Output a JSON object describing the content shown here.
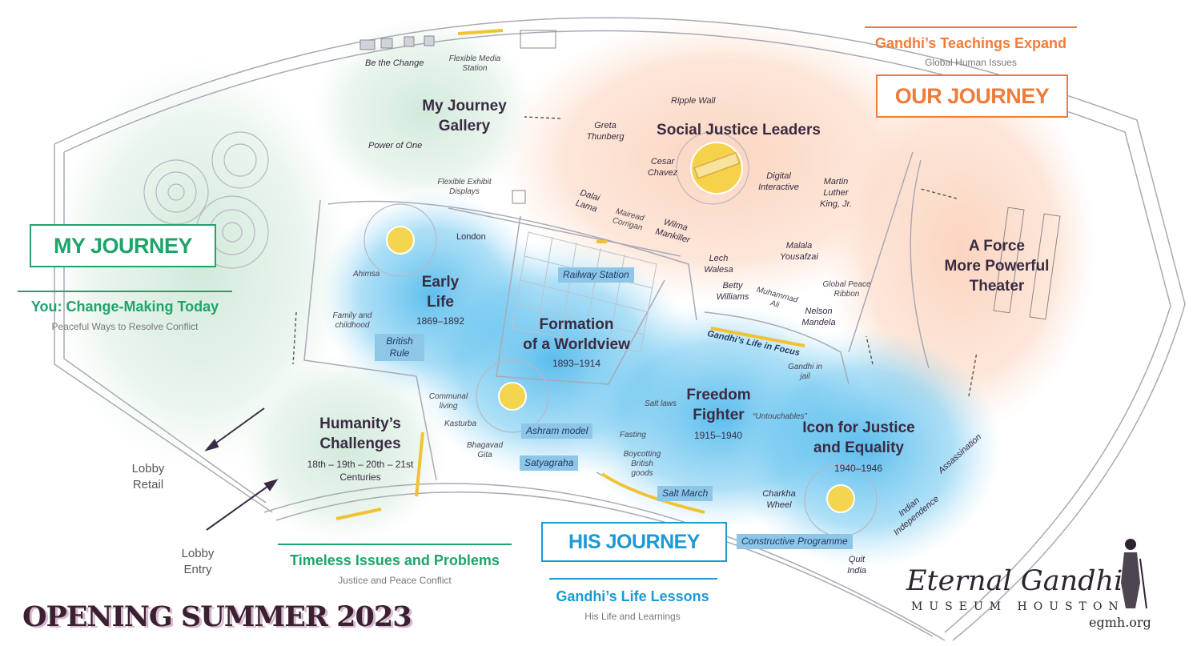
{
  "header_right": {
    "title": "Gandhi’s Teachings Expand",
    "subtitle": "Global Human Issues",
    "journey": "OUR JOURNEY"
  },
  "left": {
    "journey": "MY JOURNEY",
    "title": "You: Change-Making Today",
    "subtitle": "Peaceful Ways to Resolve Conflict"
  },
  "bottom_center_left": {
    "title": "Timeless Issues and Problems",
    "subtitle": "Justice and Peace Conflict"
  },
  "bottom_center": {
    "journey": "HIS JOURNEY",
    "title": "Gandhi’s Life Lessons",
    "subtitle": "His Life and Learnings"
  },
  "zones": {
    "my_journey_gallery": "My Journey\nGallery",
    "social_justice": "Social Justice Leaders",
    "force_theater": "A Force\nMore Powerful\nTheater",
    "early_life": "Early\nLife",
    "early_life_years": "1869–1892",
    "formation": "Formation\nof a Worldview",
    "formation_years": "1893–1914",
    "freedom": "Freedom\nFighter",
    "freedom_years": "1915–1940",
    "icon_justice": "Icon for Justice\nand Equality",
    "icon_years": "1940–1946",
    "humanity": "Humanity’s\nChallenges",
    "humanity_years": "18th – 19th – 20th – 21st\nCenturies"
  },
  "tags": {
    "railway": "Railway Station",
    "british_rule": "British\nRule",
    "ashram": "Ashram model",
    "satyagraha": "Satyagraha",
    "salt_march": "Salt March",
    "constructive": "Constructive Programme"
  },
  "small_labels": {
    "be_change": "Be the Change",
    "flex_media": "Flexible Media\nStation",
    "power_one": "Power of One",
    "flex_exhibit": "Flexible Exhibit\nDisplays",
    "ripple": "Ripple Wall",
    "greta": "Greta\nThunberg",
    "cesar": "Cesar\nChavez",
    "digital": "Digital\nInteractive",
    "mlk": "Martin\nLuther\nKing, Jr.",
    "dalai": "Dalai\nLama",
    "mairead": "Mairead\nCorrigan",
    "wilma": "Wilma\nMankiller",
    "lech": "Lech\nWalesa",
    "malala": "Malala\nYousafzai",
    "betty": "Betty\nWilliams",
    "ali": "Muhammad\nAli",
    "nelson": "Nelson\nMandela",
    "peace_ribbon": "Global Peace\nRibbon",
    "life_focus": "Gandhi’s Life in Focus",
    "jail": "Gandhi in\njail",
    "london": "London",
    "ahimsa": "Ahimsa",
    "family": "Family and\nchildhood",
    "communal": "Communal\nliving",
    "kasturba": "Kasturba",
    "bhagavad": "Bhagavad\nGita",
    "salt_laws": "Salt laws",
    "untouchables": "“Untouchables”",
    "fasting": "Fasting",
    "boycott": "Boycotting\nBritish\ngoods",
    "charkha": "Charkha\nWheel",
    "indian_indep": "Indian\nIndependence",
    "assassination": "Assassination",
    "quit_india": "Quit\nIndia"
  },
  "lobby": {
    "retail": "Lobby\nRetail",
    "entry": "Lobby\nEntry"
  },
  "footer": {
    "opening": "OPENING SUMMER 2023",
    "logo_name": "Eternal Gandhi",
    "logo_sub": "MUSEUM HOUSTON",
    "logo_url": "egmh.org"
  },
  "colors": {
    "orange": "#f07c3a",
    "green": "#1fa36b",
    "blue": "#1c9ad6",
    "yellow": "#f3d54f"
  }
}
